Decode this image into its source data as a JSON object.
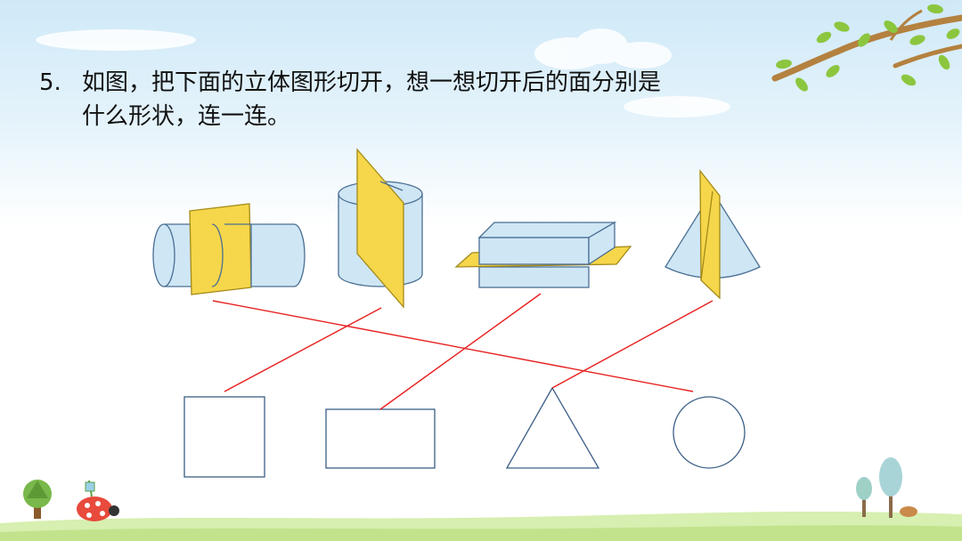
{
  "question": {
    "number": "5.",
    "line1": "如图，把下面的立体图形切开，想一想切开后的面分别是",
    "line2": "什么形状，连一连。"
  },
  "solids": [
    {
      "name": "cylinder-horizontal-cut"
    },
    {
      "name": "cylinder-vertical-cut"
    },
    {
      "name": "cuboid-horizontal-cut"
    },
    {
      "name": "cone-vertical-cut"
    }
  ],
  "cross_sections": [
    "square",
    "rectangle",
    "triangle",
    "circle"
  ],
  "matches": [
    {
      "solid": 0,
      "shape": 3
    },
    {
      "solid": 1,
      "shape": 0
    },
    {
      "solid": 2,
      "shape": 1
    },
    {
      "solid": 3,
      "shape": 2
    }
  ],
  "colors": {
    "solid_fill": "#cfe6f5",
    "solid_stroke": "#4a6f93",
    "plane_fill": "#f6d64a",
    "plane_stroke": "#a38a1a",
    "shape_stroke": "#3b5f86",
    "match_line": "#e81f1f",
    "sky_top": "#d4ecfa",
    "grass": "#c9e89a"
  }
}
